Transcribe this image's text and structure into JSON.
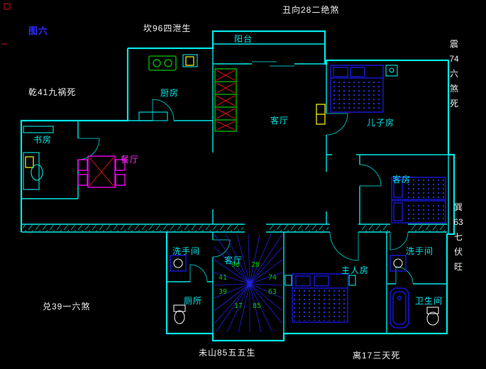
{
  "figure_label": "图六",
  "compass": {
    "top": "丑向28二绝煞",
    "north": "坎96四泄生",
    "northwest": "乾41九祸死",
    "west": "兑39一六煞",
    "bottom_left": "未山85五五生",
    "bottom_right": "离17三天死",
    "east_lines": [
      "震",
      "74",
      "六",
      "煞",
      "死"
    ],
    "southeast_lines": [
      "巽",
      "63",
      "七",
      "伏",
      "旺"
    ]
  },
  "rooms": {
    "balcony": "阳台",
    "kitchen": "厨房",
    "living_room": "客厅",
    "sons_room": "儿子房",
    "study": "书房",
    "dining_room": "餐厅",
    "guest_room": "客房",
    "washroom_1": "洗手间",
    "stair_hall": "客厅",
    "master_room": "主人房",
    "washroom_2": "洗手间",
    "toilet": "厕所",
    "bathroom": "卫生间"
  },
  "star_numbers": [
    "96",
    "28",
    "41",
    "74",
    "39",
    "63",
    "17",
    "85"
  ],
  "colors": {
    "background": "#000000",
    "wall_cyan": "#00e6e6",
    "label_white": "#f0f0f0",
    "figure_blue": "#2a2aff",
    "furniture_blue": "#1a1aee",
    "furniture_green": "#00c400",
    "accent_magenta": "#ff00ff",
    "accent_yellow": "#ffff00",
    "star_green": "#00c800",
    "accent_red": "#d01010"
  }
}
